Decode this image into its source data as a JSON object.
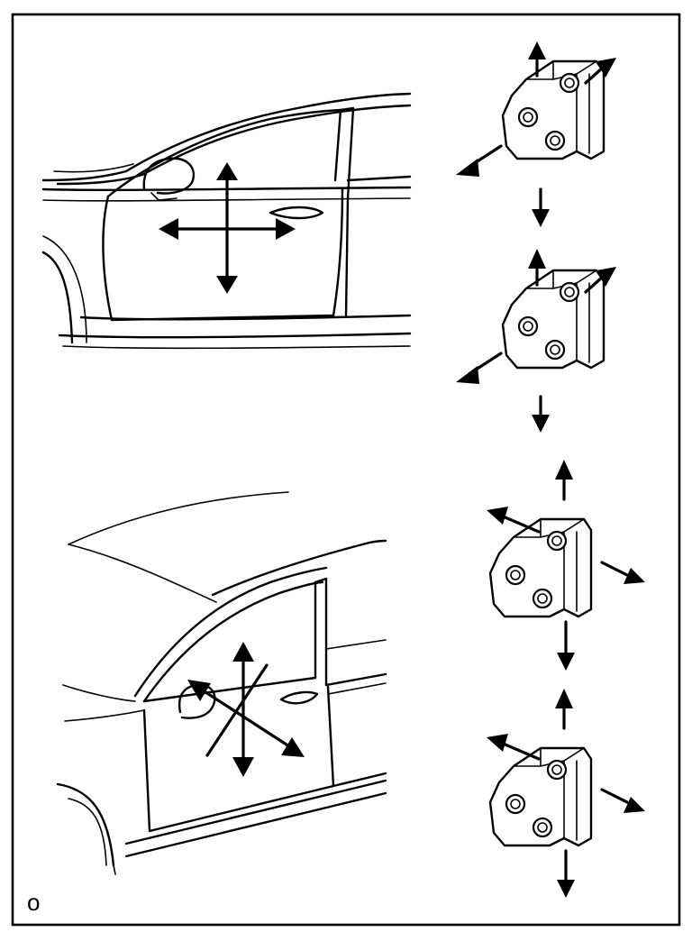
{
  "figure": {
    "corner_label": "o"
  },
  "icons": {
    "frame": "border-frame",
    "sedan_upper": "sedan-front-door-side-view",
    "sedan_lower": "sedan-front-door-perspective-view",
    "hinge": "door-hinge-with-bolts",
    "arrow": "adjustment-direction-arrow"
  }
}
